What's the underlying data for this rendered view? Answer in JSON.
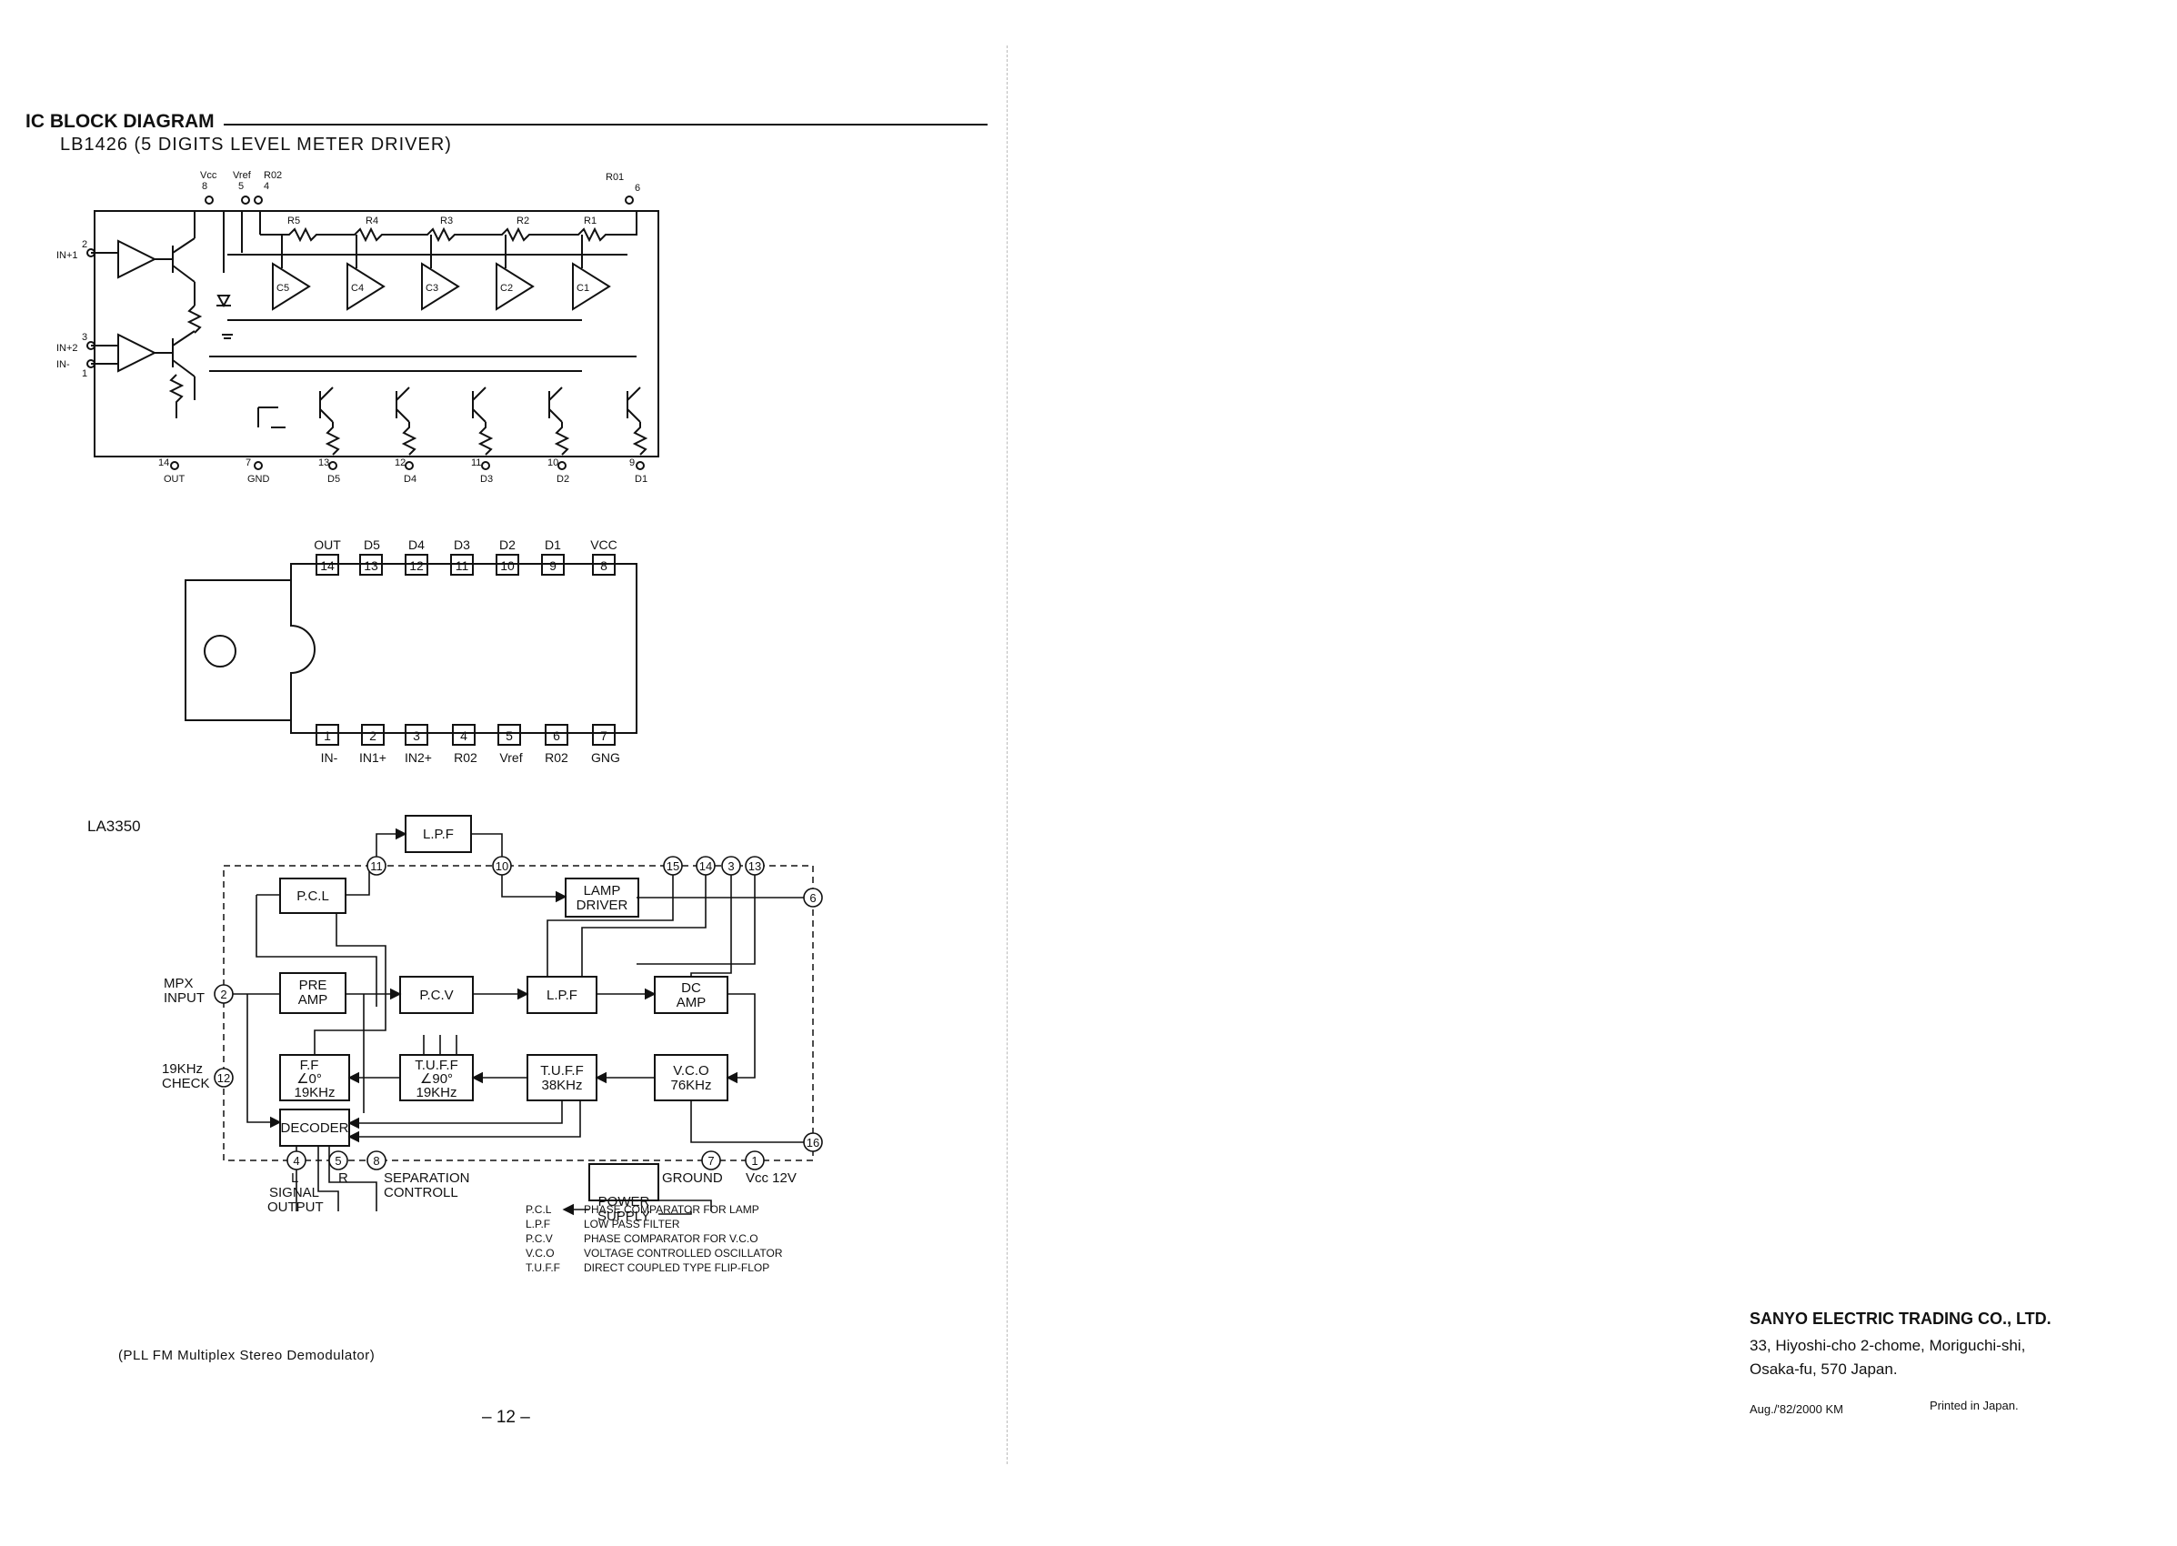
{
  "header": {
    "title": "IC BLOCK DIAGRAM",
    "subtitle": "LB1426 (5 DIGITS LEVEL METER DRIVER)"
  },
  "lb1426": {
    "top_pins": [
      {
        "num": "8",
        "label": "Vcc"
      },
      {
        "num": "5",
        "label": "Vref"
      },
      {
        "num": "4",
        "label": "R02"
      },
      {
        "num": "6",
        "label": "R01"
      }
    ],
    "left_pins": [
      {
        "num": "2",
        "label": "IN+1"
      },
      {
        "num": "3",
        "label": "IN+2"
      },
      {
        "num": "1",
        "label": "IN-"
      }
    ],
    "bottom_pins": [
      {
        "num": "14",
        "label": "OUT"
      },
      {
        "num": "7",
        "label": "GND"
      },
      {
        "num": "13",
        "label": "D5"
      },
      {
        "num": "12",
        "label": "D4"
      },
      {
        "num": "11",
        "label": "D3"
      },
      {
        "num": "10",
        "label": "D2"
      },
      {
        "num": "9",
        "label": "D1"
      }
    ],
    "resistors": [
      "R5",
      "R4",
      "R3",
      "R2",
      "R1"
    ],
    "comparators": [
      "C5",
      "C4",
      "C3",
      "C2",
      "C1"
    ]
  },
  "package": {
    "top_labels": [
      "OUT",
      "D5",
      "D4",
      "D3",
      "D2",
      "D1",
      "VCC"
    ],
    "top_nums": [
      "14",
      "13",
      "12",
      "11",
      "10",
      "9",
      "8"
    ],
    "bottom_nums": [
      "1",
      "2",
      "3",
      "4",
      "5",
      "6",
      "7"
    ],
    "bottom_labels": [
      "IN-",
      "IN1+",
      "IN2+",
      "R02",
      "Vref",
      "R02",
      "GNG"
    ]
  },
  "la3350": {
    "title": "LA3350",
    "blocks": {
      "lpf_top": "L.P.F",
      "pcl": "P.C.L",
      "lamp1": "LAMP",
      "lamp2": "DRIVER",
      "pre1": "PRE",
      "pre2": "AMP",
      "pcv": "P.C.V",
      "lpf_mid": "L.P.F",
      "dc1": "DC",
      "dc2": "AMP",
      "ff1": "F.F",
      "ff2": "∠0°",
      "ff3": "19KHz",
      "tuff1a": "T.U.F.F",
      "tuff1b": "∠90°",
      "tuff1c": "19KHz",
      "tuff2a": "T.U.F.F",
      "tuff2b": "38KHz",
      "vco1": "V.C.O",
      "vco2": "76KHz",
      "decoder": "DECODER",
      "ps1": "POWER",
      "ps2": "SUPPLY"
    },
    "pins": {
      "p11": "11",
      "p10": "10",
      "p15": "15",
      "p14": "14",
      "p3": "3",
      "p13": "13",
      "p6": "6",
      "p2": "2",
      "p12": "12",
      "p16": "16",
      "p4": "4",
      "p5": "5",
      "p8": "8",
      "p7": "7",
      "p1": "1"
    },
    "labels": {
      "mpx1": "MPX",
      "mpx2": "INPUT",
      "check1": "19KHz",
      "check2": "CHECK",
      "l": "L",
      "r": "R",
      "signal1": "SIGNAL",
      "signal2": "OUTPUT",
      "sep1": "SEPARATION",
      "sep2": "CONTROLL",
      "ground": "GROUND",
      "vcc": "Vcc 12V"
    },
    "legend": [
      {
        "abbr": "P.C.L",
        "desc": "PHASE COMPARATOR FOR LAMP"
      },
      {
        "abbr": "L.P.F",
        "desc": "LOW PASS FILTER"
      },
      {
        "abbr": "P.C.V",
        "desc": "PHASE COMPARATOR FOR V.C.O"
      },
      {
        "abbr": "V.C.O",
        "desc": "VOLTAGE CONTROLLED OSCILLATOR"
      },
      {
        "abbr": "T.U.F.F",
        "desc": "DIRECT COUPLED TYPE FLIP-FLOP"
      }
    ],
    "caption": "(PLL FM Multiplex Stereo Demodulator)"
  },
  "page_number": "– 12 –",
  "company": {
    "name": "SANYO ELECTRIC TRADING CO., LTD.",
    "address1": "33, Hiyoshi-cho 2-chome, Moriguchi-shi,",
    "address2": "Osaka-fu, 570 Japan.",
    "print_code": "Aug./'82/2000 KM",
    "printed": "Printed in Japan."
  }
}
